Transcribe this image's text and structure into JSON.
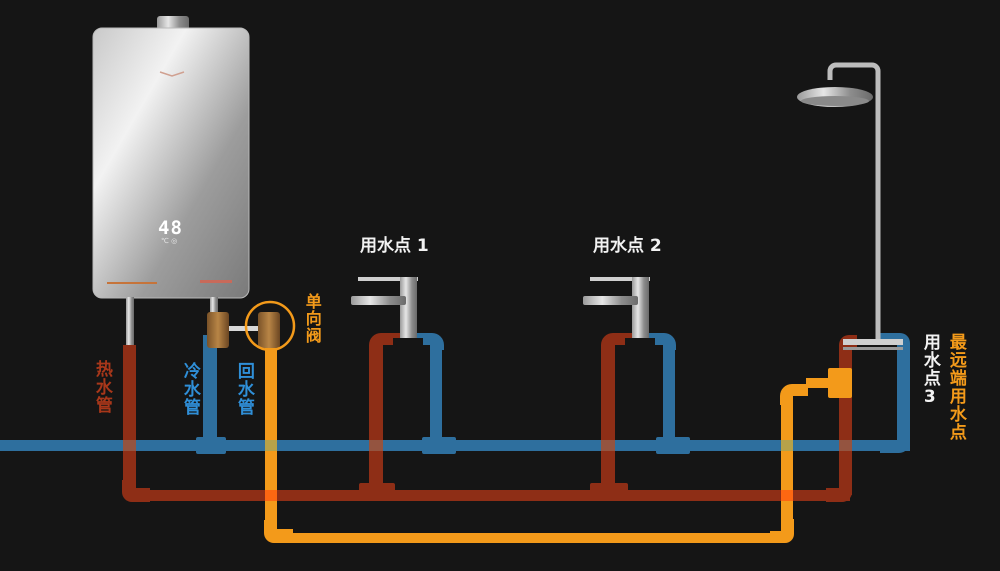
{
  "diagram": {
    "title": "Water heater recirculation piping diagram",
    "colors": {
      "background": "#151515",
      "hot_pipe": "#8e2e16",
      "cold_pipe": "#2e6f9e",
      "return_pipe": "#f39a1a",
      "label_white": "#f2f2f2"
    },
    "heater": {
      "display_value": "48",
      "display_sub": "℃ ◎"
    },
    "labels": {
      "hot_pipe": "热水管",
      "cold_pipe": "冷水管",
      "return_pipe": "回水管",
      "check_valve": "单向阀",
      "point1": "用水点 1",
      "point2": "用水点 2",
      "point3": "用水点3",
      "farthest_point": "最远端用水点"
    },
    "icons": [
      "water-heater-icon",
      "faucet-icon",
      "faucet-icon",
      "shower-head-icon",
      "check-valve-icon"
    ]
  }
}
